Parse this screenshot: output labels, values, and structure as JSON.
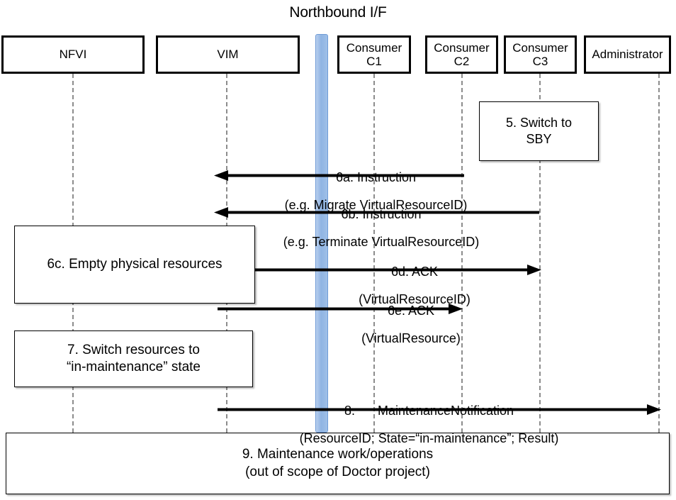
{
  "diagram": {
    "title": "Northbound I/F",
    "type": "uml-sequence-diagram"
  },
  "colors": {
    "nbi_bar": "#8fb4e3",
    "nbi_bar_border": "#6f9bd6",
    "lifeline": "#8c8c8c",
    "box_border": "#000000",
    "text": "#000000",
    "background": "#ffffff"
  },
  "actors": [
    {
      "id": "nfvi",
      "label": "NFVI"
    },
    {
      "id": "vim",
      "label": "VIM"
    },
    {
      "id": "c1",
      "label": "Consumer\nC1"
    },
    {
      "id": "c2",
      "label": "Consumer\nC2"
    },
    {
      "id": "c3",
      "label": "Consumer\nC3"
    },
    {
      "id": "admin",
      "label": "Administrator"
    }
  ],
  "notes": [
    {
      "id": "step5",
      "label": "5. Switch to\nSBY"
    },
    {
      "id": "step6c",
      "label": "6c. Empty physical resources"
    },
    {
      "id": "step7",
      "label": "7. Switch resources to\n“in-maintenance” state"
    },
    {
      "id": "step9",
      "label": "9. Maintenance work/operations\n(out of scope of Doctor project)"
    }
  ],
  "messages": [
    {
      "id": "m6a",
      "line1": "6a. Instruction",
      "line2": "(e.g. Migrate VirtualResourceID)",
      "from": "c2",
      "to": "vim",
      "direction": "left"
    },
    {
      "id": "m6b",
      "line1": "6b. Instruction",
      "line2": "(e.g. Terminate VirtualResourceID)",
      "from": "c3",
      "to": "vim",
      "direction": "left"
    },
    {
      "id": "m6d",
      "line1": "6d. ACK",
      "line2": "(VirtualResourceID)",
      "from": "vim",
      "to": "c3",
      "direction": "right"
    },
    {
      "id": "m6e",
      "line1": "6e. ACK",
      "line2": "(VirtualResource)",
      "from": "vim",
      "to": "c2",
      "direction": "right"
    },
    {
      "id": "m8",
      "line1": "8.    MaintenanceNotification",
      "line2": "(ResourceID; State=“in-maintenance”; Result)",
      "from": "vim",
      "to": "admin",
      "direction": "right"
    }
  ]
}
